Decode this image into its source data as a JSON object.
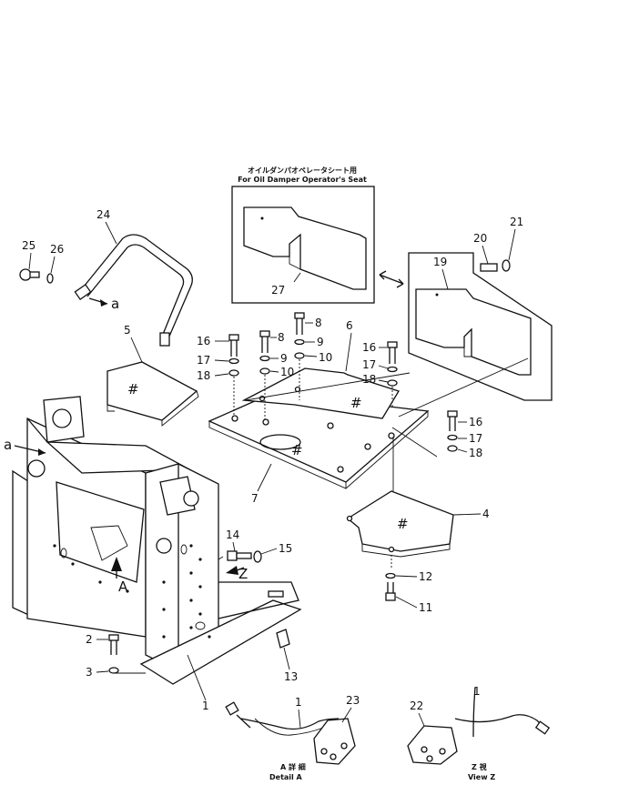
{
  "inset": {
    "title_jp": "オイルダンパオペレータシート用",
    "title_en": "For Oil Damper Operator's Seat"
  },
  "callouts": {
    "p1a": "1",
    "p1b": "1",
    "p1c": "1",
    "p2": "2",
    "p3": "3",
    "p4": "4",
    "p5": "5",
    "p6": "6",
    "p7": "7",
    "p8a": "8",
    "p8b": "8",
    "p9a": "9",
    "p9b": "9",
    "p10a": "10",
    "p10b": "10",
    "p11": "11",
    "p12": "12",
    "p13": "13",
    "p14": "14",
    "p15": "15",
    "p16a": "16",
    "p16b": "16",
    "p16c": "16",
    "p17a": "17",
    "p17b": "17",
    "p17c": "17",
    "p18a": "18",
    "p18b": "18",
    "p18c": "18",
    "p19": "19",
    "p20": "20",
    "p21": "21",
    "p22": "22",
    "p23": "23",
    "p24": "24",
    "p25": "25",
    "p26": "26",
    "p27": "27"
  },
  "letters": {
    "a_top": "a",
    "a_left": "a",
    "A": "A",
    "Z": "Z"
  },
  "details": {
    "detail_a_jp": "A 詳 細",
    "detail_a_en": "Detail A",
    "view_z_jp": "Z 視",
    "view_z_en": "View Z"
  },
  "hatch": "#"
}
